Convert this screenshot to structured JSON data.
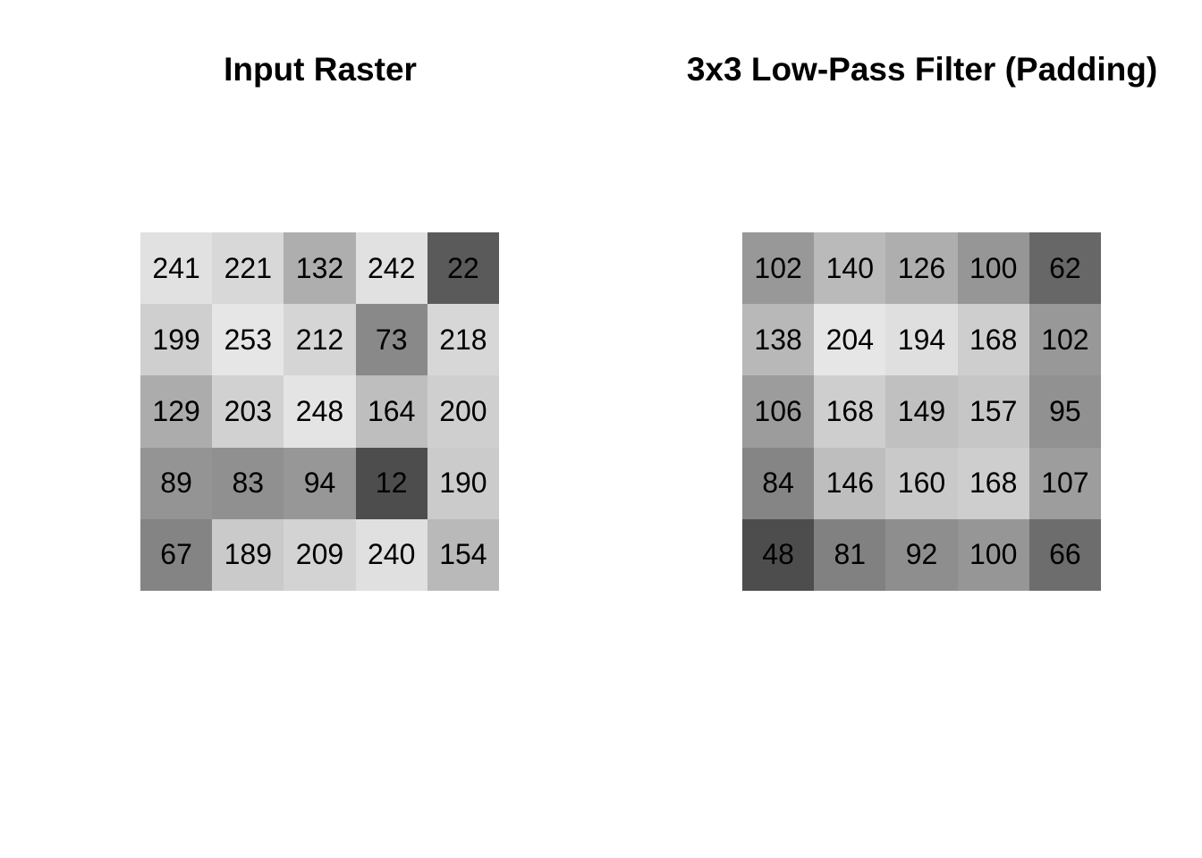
{
  "background_color": "#FFFFFF",
  "text_color": "#000000",
  "palette": {
    "name": "gray.colors",
    "start": 0.3,
    "end": 0.9,
    "gamma": 2.2,
    "darkest_hex": "#4D4D4D",
    "lightest_hex": "#E6E6E6"
  },
  "chart_data": [
    {
      "type": "heatmap",
      "title": "Input Raster",
      "rows": 5,
      "cols": 5,
      "values": [
        [
          241,
          221,
          132,
          242,
          22
        ],
        [
          199,
          253,
          212,
          73,
          218
        ],
        [
          129,
          203,
          248,
          164,
          200
        ],
        [
          89,
          83,
          94,
          12,
          190
        ],
        [
          67,
          189,
          209,
          240,
          154
        ]
      ],
      "value_min": 12,
      "value_max": 253,
      "cell_labels": "shown",
      "legend": "none",
      "grid_lines": "off",
      "axes": "off"
    },
    {
      "type": "heatmap",
      "title": "3x3 Low-Pass Filter (Padding)",
      "rows": 5,
      "cols": 5,
      "values": [
        [
          102,
          140,
          126,
          100,
          62
        ],
        [
          138,
          204,
          194,
          168,
          102
        ],
        [
          106,
          168,
          149,
          157,
          95
        ],
        [
          84,
          146,
          160,
          168,
          107
        ],
        [
          48,
          81,
          92,
          100,
          66
        ]
      ],
      "value_min": 48,
      "value_max": 204,
      "cell_labels": "shown",
      "legend": "none",
      "grid_lines": "off",
      "axes": "off"
    }
  ]
}
